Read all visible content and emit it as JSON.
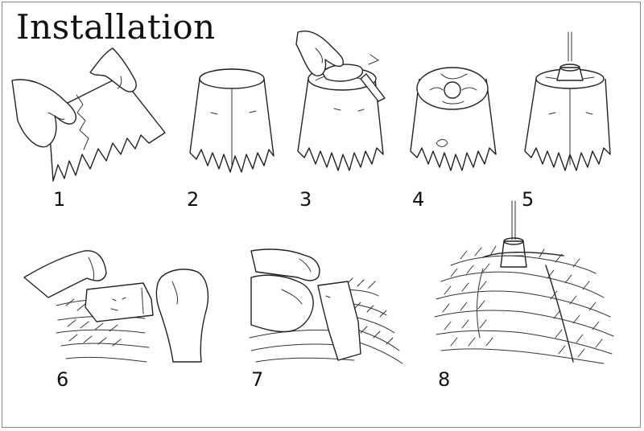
{
  "title": "Installation",
  "steps": [
    {
      "number": "1"
    },
    {
      "number": "2"
    },
    {
      "number": "3"
    },
    {
      "number": "4"
    },
    {
      "number": "5"
    },
    {
      "number": "6"
    },
    {
      "number": "7"
    },
    {
      "number": "8"
    }
  ]
}
